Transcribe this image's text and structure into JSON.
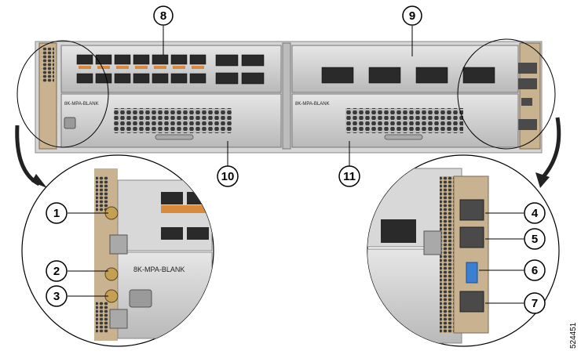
{
  "callouts": [
    "1",
    "2",
    "3",
    "4",
    "5",
    "6",
    "7",
    "8",
    "9",
    "10",
    "11"
  ],
  "labels": {
    "blank_left": "8K-MPA-BLANK",
    "blank_right": "8K-MPA-BLANK",
    "blank_zoom": "8K-MPA-BLANK"
  },
  "figure_id": "524451",
  "colors": {
    "chassis": "#d9d9d9",
    "panel": "#c8c8c8",
    "port_orange": "#d98a3a",
    "port_blue": "#3b7fd0",
    "bracket_tan": "#c9b28f"
  }
}
